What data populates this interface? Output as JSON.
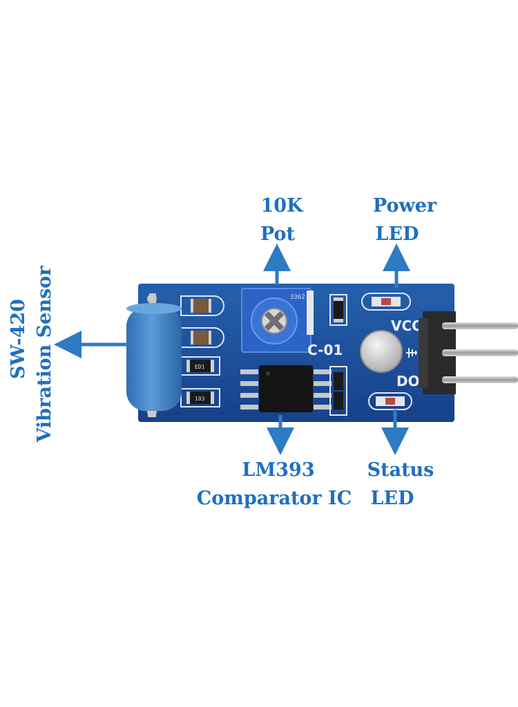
{
  "labels": {
    "pot": [
      "10K",
      "Pot"
    ],
    "power_led": [
      "Power",
      "LED"
    ],
    "sensor": [
      "SW-420",
      "Vibration Sensor"
    ],
    "comparator": [
      "LM393",
      "Comparator IC"
    ],
    "status_led": [
      "Status",
      "LED"
    ]
  },
  "silkscreen": {
    "vcc": "VCC",
    "do": "DO",
    "board_code": "C-01",
    "pot_code": "3362",
    "resistor_code": "103"
  },
  "colors": {
    "label": "#1f6fbf",
    "arrow": "#2e7bc4",
    "pcb": "#1d4e96",
    "sensor": "#3d83c7"
  }
}
